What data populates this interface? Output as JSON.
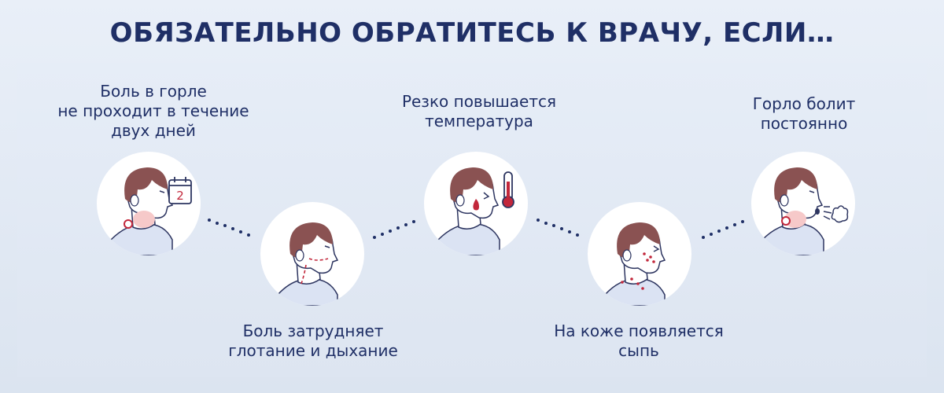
{
  "title": "ОБЯЗАТЕЛЬНО ОБРАТИТЕСЬ К ВРАЧУ, ЕСЛИ…",
  "steps": [
    {
      "text": "Боль в горле\nне проходит в течение\nдвух дней",
      "icon": "calendar-icon",
      "calendar_number": "2"
    },
    {
      "text": "Боль затрудняет\nглотание и дыхание",
      "icon": "throat-pain-icon"
    },
    {
      "text": "Резко повышается\nтемпература",
      "icon": "thermometer-icon"
    },
    {
      "text": "На коже появляется\nсыпь",
      "icon": "rash-icon"
    },
    {
      "text": "Горло болит\nпостоянно",
      "icon": "cough-icon"
    }
  ],
  "colors": {
    "title": "#1f2f66",
    "hair": "#8a5252",
    "skin": "#ffffff",
    "outline": "#2d3560",
    "accent_red": "#c2273b",
    "collar": "#dbe3f3"
  }
}
